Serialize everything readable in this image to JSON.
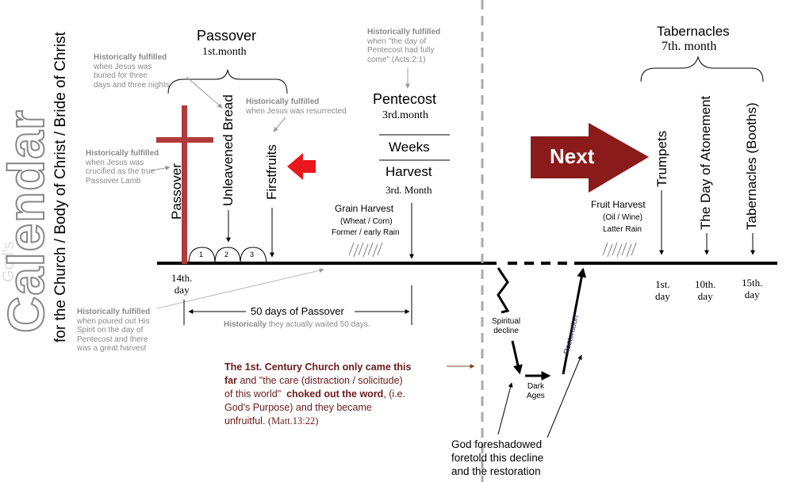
{
  "title": {
    "gods": "God's",
    "calendar": "Calendar",
    "subtitle": "for the Church / Body of Christ / Bride of Christ"
  },
  "passover_group": {
    "name": "Passover",
    "month": "1st.month"
  },
  "tabernacles_group": {
    "name": "Tabernacles",
    "month": "7th. month"
  },
  "feasts": {
    "passover": "Passover",
    "unleavened": "Unleavened Bread",
    "firstfruits": "Firstfruits",
    "trumpets": "Trumpets",
    "atonement": "The Day of Atonement",
    "booths": "Tabernacles (Booths)"
  },
  "pentecost": {
    "name": "Pentecost",
    "month": "3rd.month",
    "weeks": "Weeks",
    "harvest": "Harvest",
    "harvest_month": "3rd. Month"
  },
  "grain_harvest": {
    "title": "Grain Harvest",
    "crop": "(Wheat / Corn)",
    "rain": "Former / early Rain"
  },
  "fruit_harvest": {
    "title": "Fruit Harvest",
    "crop": "(Oil / Wine)",
    "rain": "Latter Rain"
  },
  "notes": {
    "buried_title": "Historically fulfilled",
    "buried_body": [
      "when Jesus was",
      "buried for three",
      "days and three nights"
    ],
    "resurrected_title": "Historically fulfilled",
    "resurrected_body": [
      "when Jesus was resurrected"
    ],
    "crucified_title": "Historically fulfilled",
    "crucified_body": [
      "when Jesus was",
      "crucified as the true",
      "Passover Lamb"
    ],
    "pentecost_title": "Historically fulfilled",
    "pentecost_body": [
      "when \"the day of",
      "Pentecost had fully",
      "come\" (Acts.2:1)"
    ],
    "spirit_title": "Historically fulfilled",
    "spirit_body": [
      "when poured out His",
      "Spirit on the day of",
      "Pentecost and there",
      "was a great harvest"
    ]
  },
  "days": {
    "d14": "14th.",
    "d14b": "day",
    "d1": "1st.",
    "d1b": "day",
    "d10": "10th.",
    "d10b": "day",
    "d15": "15th.",
    "d15b": "day"
  },
  "circles": [
    "1",
    "2",
    "3"
  ],
  "fifty_days": {
    "label": "50 days of Passover",
    "note_bold": "Historically",
    "note_rest": "they actually waited 50 days."
  },
  "church": {
    "l1_bold": "The 1st. Century Church only came this",
    "l2_bold": "far",
    "l2_rest": "and \"the care (distraction / solicitude)",
    "l3_rest": "of this world\"",
    "l3_bold": "choked out the word",
    "l3_tail": ", (i.e.",
    "l4": "God's Purpose) and they became",
    "l5_a": "unfruitful.",
    "l5_b": "(Matt.13:22)"
  },
  "decline": {
    "spiritual": [
      "Spiritual",
      "decline"
    ],
    "dark": [
      "Dark",
      "Ages"
    ],
    "restoration": "Restoration"
  },
  "foreshadow": [
    "God foreshadowed",
    "foretold this decline",
    "and the restoration"
  ],
  "next": "Next",
  "colors": {
    "cross": "#b23a3a",
    "next_arrow": "#8b1a1a",
    "red_arrow": "#e8181c",
    "maroon_text": "#6b1a1a",
    "gray_text": "#8a8a8a"
  }
}
